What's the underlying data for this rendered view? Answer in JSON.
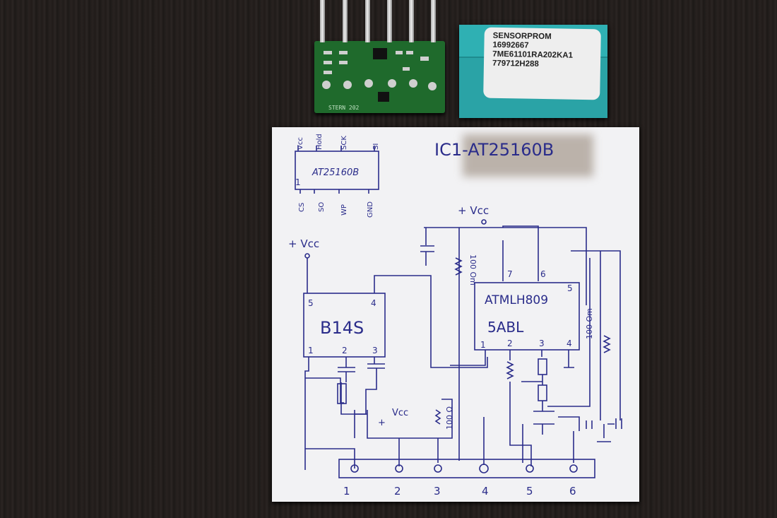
{
  "sensor_label": {
    "brand": "SENSORPROM",
    "line1": "16992667",
    "line2": "7ME61101RA202KA1",
    "line3": "779712H288"
  },
  "schematic": {
    "title": "IC1-AT25160B",
    "eeprom": {
      "name": "AT25160B",
      "pin1": "1",
      "top_pins": [
        "Vcc",
        "Hold",
        "SCK",
        "SI"
      ],
      "bottom_pins": [
        "CS",
        "SO",
        "WP",
        "GND"
      ]
    },
    "vcc_left": "+ Vcc",
    "vcc_top": "+ Vcc",
    "vcc_inner": "Vcc",
    "inner_plus": "+",
    "b14s": {
      "name": "B14S",
      "pins": [
        "5",
        "4",
        "1",
        "2",
        "3"
      ]
    },
    "atmlh": {
      "line1": "ATMLH809",
      "line2": "5ABL",
      "pins": [
        "7",
        "6",
        "5",
        "1",
        "2",
        "3",
        "4"
      ]
    },
    "res_top": "100 Om",
    "res_right": "100 Om",
    "res_inner": "100 Ω",
    "connector_pins": [
      "1",
      "2",
      "3",
      "4",
      "5",
      "6"
    ]
  },
  "colors": {
    "ink": "#2a2c8a",
    "paper": "#f2f2f4",
    "teal": "#2fb0b3",
    "pcb": "#1f6a2c"
  }
}
